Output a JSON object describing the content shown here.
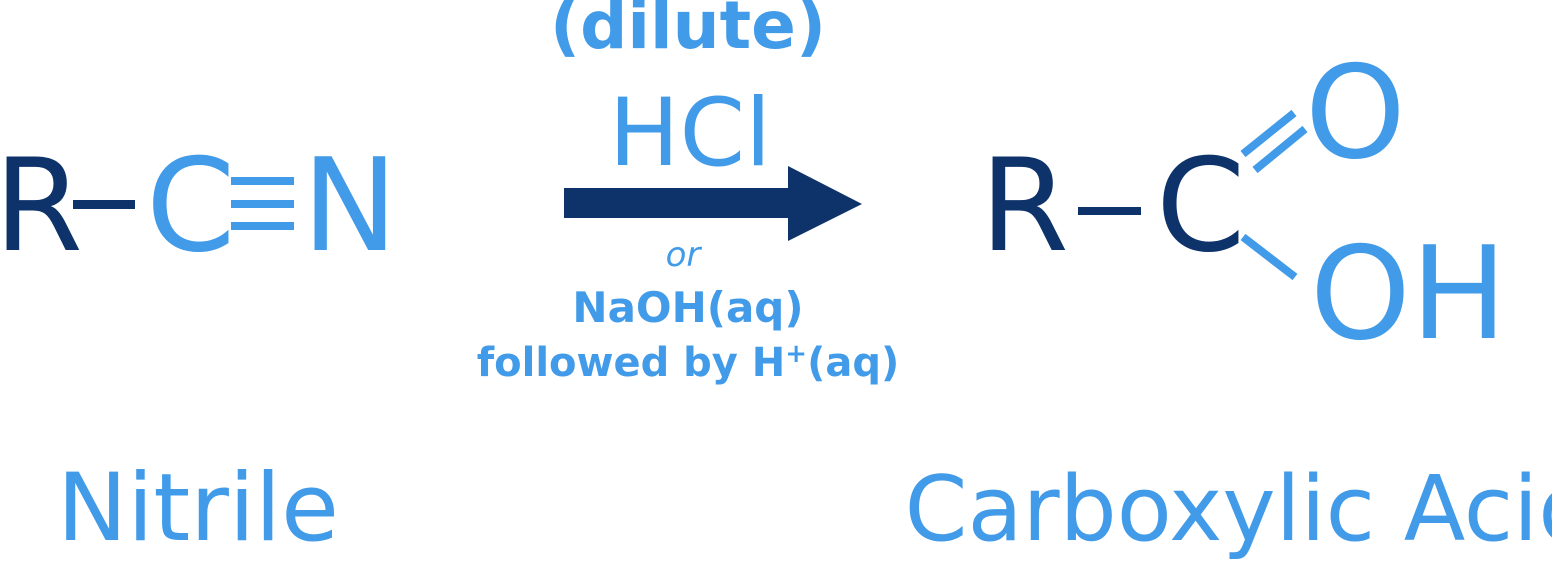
{
  "colors": {
    "navy": "#0e336b",
    "blue": "#419be8"
  },
  "reactant": {
    "atoms": [
      "R",
      "C",
      "N"
    ],
    "bonds": [
      "single",
      "triple"
    ],
    "name": "Nitrile"
  },
  "conditions": {
    "top_line": "(dilute)",
    "reagent": "HCl",
    "separator": "or",
    "alt_reagent": "NaOH(aq)",
    "alt_followup_prefix": "followed by H",
    "alt_followup_superscript": "+",
    "alt_followup_suffix": "(aq)"
  },
  "product": {
    "atoms": [
      "R",
      "C",
      "O",
      "OH"
    ],
    "bonds": [
      "single",
      "double",
      "single"
    ],
    "name": "Carboxylic Acid"
  }
}
